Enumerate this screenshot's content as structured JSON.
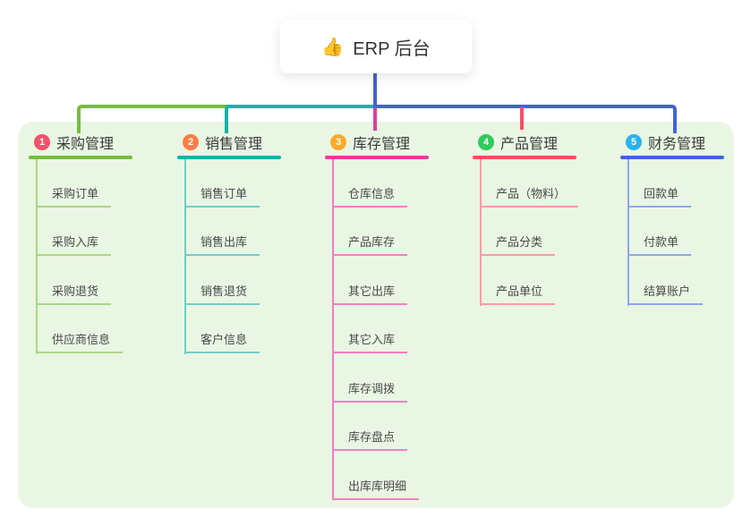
{
  "root": {
    "icon": "👍",
    "title": "ERP 后台",
    "line_color": "#4162da"
  },
  "panel_bg": "#e9f6e3",
  "branches": [
    {
      "index": "1",
      "title": "采购管理",
      "badge_color": "#f4506b",
      "line_color": "#77bd3c",
      "item_line_color": "#abd784",
      "items": [
        {
          "label": "采购订单"
        },
        {
          "label": "采购入库"
        },
        {
          "label": "采购退货"
        },
        {
          "label": "供应商信息"
        }
      ]
    },
    {
      "index": "2",
      "title": "销售管理",
      "badge_color": "#fa7d46",
      "line_color": "#0eb5a7",
      "item_line_color": "#6fcfc6",
      "items": [
        {
          "label": "销售订单"
        },
        {
          "label": "销售出库"
        },
        {
          "label": "销售退货"
        },
        {
          "label": "客户信息"
        }
      ]
    },
    {
      "index": "3",
      "title": "库存管理",
      "badge_color": "#fbab2b",
      "line_color": "#e73a9c",
      "item_line_color": "#f07fc2",
      "items": [
        {
          "label": "仓库信息"
        },
        {
          "label": "产品库存"
        },
        {
          "label": "其它出库"
        },
        {
          "label": "其它入库"
        },
        {
          "label": "库存调拨"
        },
        {
          "label": "库存盘点"
        },
        {
          "label": "出库库明细"
        }
      ]
    },
    {
      "index": "4",
      "title": "产品管理",
      "badge_color": "#32c95e",
      "line_color": "#f74f62",
      "item_line_color": "#fa9ba4",
      "items": [
        {
          "label": "产品（物料）"
        },
        {
          "label": "产品分类"
        },
        {
          "label": "产品单位"
        }
      ]
    },
    {
      "index": "5",
      "title": "财务管理",
      "badge_color": "#29b3ed",
      "line_color": "#4162da",
      "item_line_color": "#8fa6ea",
      "items": [
        {
          "label": "回款单"
        },
        {
          "label": "付款单"
        },
        {
          "label": "结算账户"
        }
      ]
    }
  ]
}
